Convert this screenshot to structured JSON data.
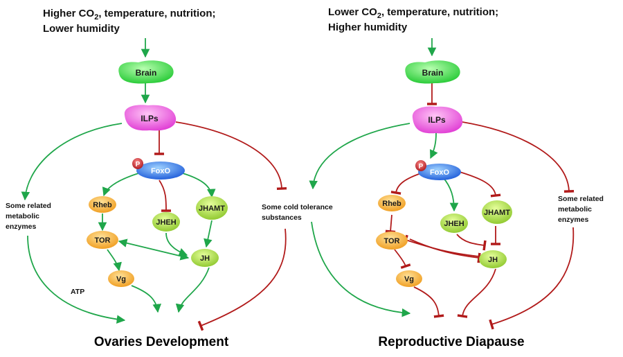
{
  "left": {
    "heading_line1_pre": "Higher CO",
    "heading_line1_sub": "2",
    "heading_line1_post": ", temperature, nutrition;",
    "heading_line2": "Lower humidity",
    "nodes": {
      "brain": "Brain",
      "ilps": "ILPs",
      "foxo": "FoxO",
      "p": "P",
      "rheb": "Rheb",
      "tor": "TOR",
      "vg": "Vg",
      "jheh": "JHEH",
      "jhamt": "JHAMT",
      "jh": "JH"
    },
    "side_label_line1": "Some related",
    "side_label_line2": "metabolic",
    "side_label_line3": "enzymes",
    "atp": "ATP",
    "outcome": "Ovaries Development"
  },
  "center": {
    "label_line1": "Some cold tolerance",
    "label_line2": "substances"
  },
  "right": {
    "heading_line1_pre": "Lower CO",
    "heading_line1_sub": "2",
    "heading_line1_post": ", temperature, nutrition;",
    "heading_line2": "Higher humidity",
    "nodes": {
      "brain": "Brain",
      "ilps": "ILPs",
      "foxo": "FoxO",
      "p": "P",
      "rheb": "Rheb",
      "tor": "TOR",
      "vg": "Vg",
      "jheh": "JHEH",
      "jhamt": "JHAMT",
      "jh": "JH"
    },
    "side_label_line1": "Some related",
    "side_label_line2": "metabolic",
    "side_label_line3": "enzymes",
    "outcome": "Reproductive Diapause"
  },
  "colors": {
    "activation": "#1fa64a",
    "inhibition": "#b11a1a",
    "brain": "#33dd33",
    "ilps": "#ee55dd",
    "foxo": "#1f6fe0",
    "orange": "#f5a623",
    "lime": "#a5d63a",
    "phospho": "#b0181d"
  }
}
